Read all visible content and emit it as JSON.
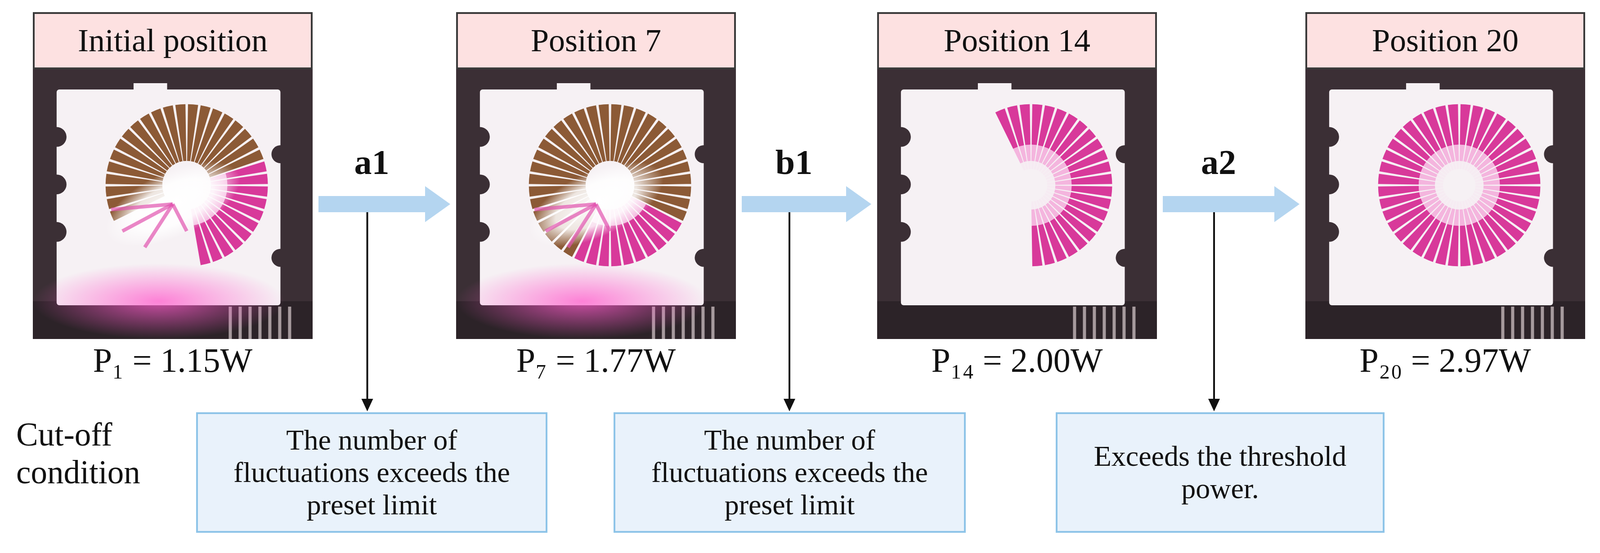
{
  "diagram": {
    "nodes": [
      {
        "text": [
          "Initial position",
          "P₁ = 1.15W"
        ]
      },
      {
        "text": [
          "Position 7",
          "P₇ = 1.77W"
        ]
      },
      {
        "text": [
          "Position 14",
          "P₁₄ = 2.00W"
        ]
      },
      {
        "text": [
          "Position 20",
          "P₂₀ = 2.97W"
        ]
      },
      {
        "text": [
          "The number of fluctuations exceeds the preset limit"
        ]
      },
      {
        "text": [
          "The number of fluctuations exceeds the preset limit"
        ]
      },
      {
        "text": [
          "Exceeds the threshold power."
        ]
      }
    ],
    "edges": [
      {
        "from": 0,
        "to": 1,
        "arrow": "to",
        "label": "a1"
      },
      {
        "from": 1,
        "to": 2,
        "arrow": "to",
        "label": "b1"
      },
      {
        "from": 2,
        "to": 3,
        "arrow": "to",
        "label": "a2"
      }
    ],
    "labels": [
      "Cut-off condition"
    ]
  }
}
